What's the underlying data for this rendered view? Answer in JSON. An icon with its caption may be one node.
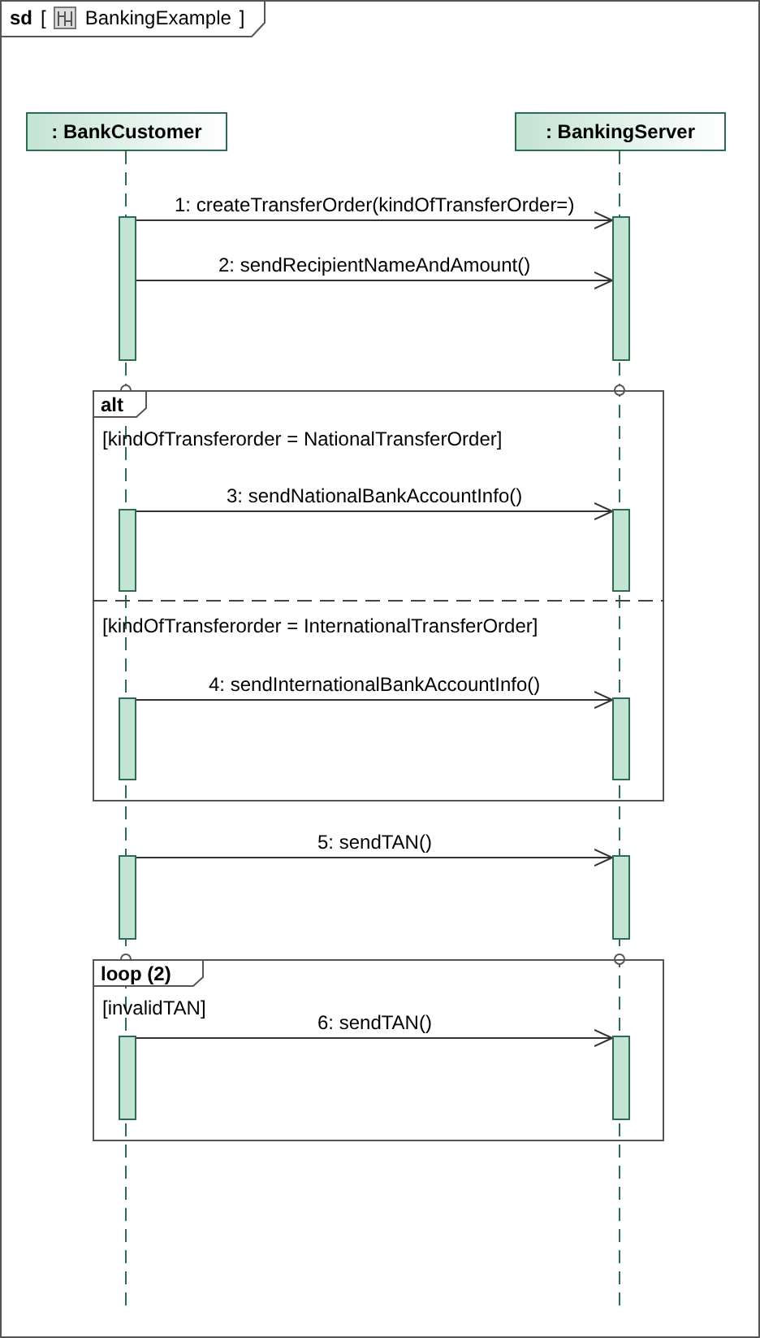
{
  "diagram": {
    "nodes": [
      {
        "text": [
          "sd",
          "[",
          "BankingExample",
          "]"
        ]
      },
      {
        "text": [
          ": BankCustomer"
        ],
        "in": 0
      },
      {
        "text": [
          ": BankingServer"
        ],
        "in": 0
      },
      {
        "text": [],
        "shape": "bar",
        "in": 0
      },
      {
        "text": [],
        "shape": "bar",
        "in": 0
      },
      {
        "text": [
          "alt",
          "[kindOfTransferorder = NationalTransferOrder]",
          "[kindOfTransferorder = InternationalTransferOrder]"
        ],
        "in": 0
      },
      {
        "text": [],
        "shape": "bar",
        "in": 5
      },
      {
        "text": [],
        "shape": "bar",
        "in": 5
      },
      {
        "text": [],
        "shape": "bar",
        "in": 5
      },
      {
        "text": [],
        "shape": "bar",
        "in": 5
      },
      {
        "text": [],
        "shape": "bar",
        "in": 0
      },
      {
        "text": [],
        "shape": "bar",
        "in": 0
      },
      {
        "text": [
          "loop (2)",
          "[invalidTAN]"
        ],
        "in": 0
      },
      {
        "text": [],
        "shape": "bar",
        "in": 12
      },
      {
        "text": [],
        "shape": "bar",
        "in": 12
      }
    ],
    "edges": [
      {
        "from": 3,
        "to": 4,
        "arrow": "to",
        "label": "1: createTransferOrder(kindOfTransferOrder=)"
      },
      {
        "from": 3,
        "to": 4,
        "arrow": "to",
        "label": "2: sendRecipientNameAndAmount()"
      },
      {
        "from": 6,
        "to": 7,
        "arrow": "to",
        "label": "3: sendNationalBankAccountInfo()"
      },
      {
        "from": 8,
        "to": 9,
        "arrow": "to",
        "label": "4: sendInternationalBankAccountInfo()"
      },
      {
        "from": 10,
        "to": 11,
        "arrow": "to",
        "label": "5: sendTAN()"
      },
      {
        "from": 13,
        "to": 14,
        "arrow": "to",
        "label": "6: sendTAN()"
      }
    ]
  }
}
